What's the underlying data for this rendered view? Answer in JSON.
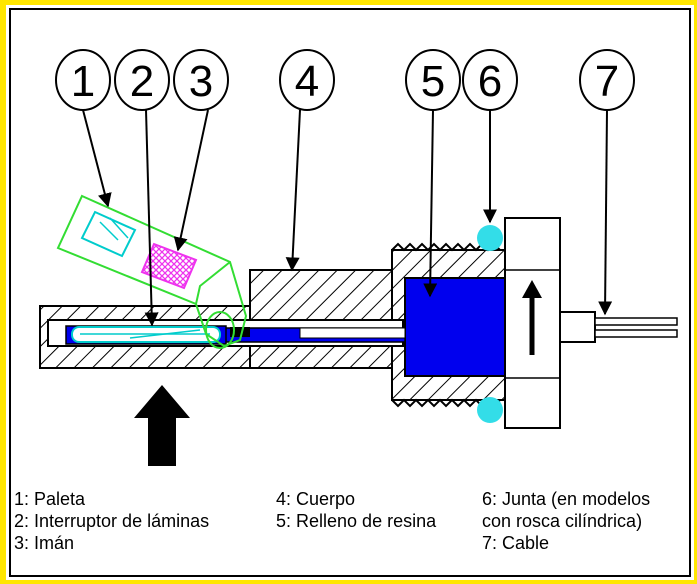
{
  "callouts": [
    "1",
    "2",
    "3",
    "4",
    "5",
    "6",
    "7"
  ],
  "legend": {
    "col1": [
      "1: Paleta",
      "2: Interruptor de láminas",
      "3: Imán"
    ],
    "col2": [
      "4: Cuerpo",
      "5: Relleno de resina"
    ],
    "col3": [
      "6: Junta (en modelos",
      "con rosca cilíndrica)",
      "7: Cable"
    ]
  },
  "colors": {
    "frame": "#ffe600",
    "resin": "#0000ee",
    "paddle": "#33dd33",
    "switch": "#00cccc",
    "magnet": "#ee33ee",
    "seal": "#33dde8",
    "line": "#000000"
  }
}
